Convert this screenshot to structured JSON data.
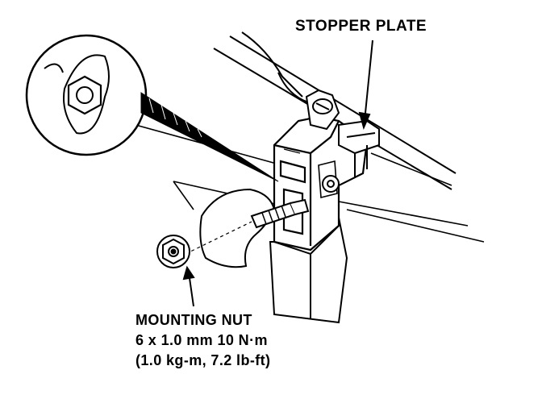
{
  "callouts": {
    "stopper_plate": "STOPPER PLATE",
    "mounting_nut": {
      "name": "MOUNTING NUT",
      "spec": "6 x 1.0 mm 10 N·m",
      "torque": "(1.0 kg-m, 7.2 lb-ft)"
    }
  },
  "colors": {
    "ink": "#000000",
    "paper": "#ffffff"
  }
}
